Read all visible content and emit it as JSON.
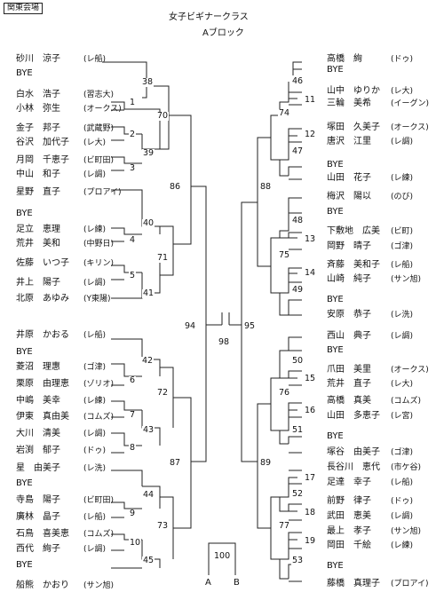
{
  "header": {
    "venue": "関東会場",
    "title": "女子ビギナークラス",
    "subtitle": "Aブロック"
  },
  "left_players": [
    {
      "name": "砂川　涼子",
      "team": "(レ船)"
    },
    {
      "name": "BYE",
      "team": ""
    },
    {
      "name": "白水　浩子",
      "team": "(習志大)"
    },
    {
      "name": "小林　弥生",
      "team": "(オークス)"
    },
    {
      "name": "金子　邦子",
      "team": "(武蔵野)"
    },
    {
      "name": "谷沢　加代子",
      "team": "(レ大)"
    },
    {
      "name": "月岡　千恵子",
      "team": "(ビ町田)"
    },
    {
      "name": "中山　和子",
      "team": "(レ調)"
    },
    {
      "name": "星野　直子",
      "team": "(プロアイ)"
    },
    {
      "name": "BYE",
      "team": ""
    },
    {
      "name": "足立　恵理",
      "team": "(レ練)"
    },
    {
      "name": "荒井　美和",
      "team": "(中野日)"
    },
    {
      "name": "佐藤　いつ子",
      "team": "(キリン)"
    },
    {
      "name": "井上　陽子",
      "team": "(レ調)"
    },
    {
      "name": "北原　あゆみ",
      "team": "(Y東陽)"
    },
    {
      "name": "井原　かおる",
      "team": "(レ船)"
    },
    {
      "name": "BYE",
      "team": ""
    },
    {
      "name": "菱沼　理惠",
      "team": "(ゴ津)"
    },
    {
      "name": "栗原　由理恵",
      "team": "(ゾリオ)"
    },
    {
      "name": "中嶋　美幸",
      "team": "(レ練)"
    },
    {
      "name": "伊東　真由美",
      "team": "(コムズ)"
    },
    {
      "name": "大川　清美",
      "team": "(レ調)"
    },
    {
      "name": "岩渕　郁子",
      "team": "(ドゥ)"
    },
    {
      "name": "星　由美子",
      "team": "(レ洗)"
    },
    {
      "name": "BYE",
      "team": ""
    },
    {
      "name": "寺島　陽子",
      "team": "(ビ町田)"
    },
    {
      "name": "廣林　晶子",
      "team": "(レ船)"
    },
    {
      "name": "石鳥　喜美恵",
      "team": "(コムズ)"
    },
    {
      "name": "西代　絢子",
      "team": "(レ調)"
    },
    {
      "name": "BYE",
      "team": ""
    },
    {
      "name": "船熊　かおり",
      "team": "(サン旭)"
    }
  ],
  "right_players": [
    {
      "name": "高橋　絢",
      "team": "(ドゥ)"
    },
    {
      "name": "BYE",
      "team": ""
    },
    {
      "name": "山中　ゆりか",
      "team": "(レ大)"
    },
    {
      "name": "三輪　美希",
      "team": "(イーグン)"
    },
    {
      "name": "塚田　久美子",
      "team": "(オークス)"
    },
    {
      "name": "唐沢　江里",
      "team": "(レ調)"
    },
    {
      "name": "BYE",
      "team": ""
    },
    {
      "name": "山田　花子",
      "team": "(レ練)"
    },
    {
      "name": "梅沢　陽以",
      "team": "(のび)"
    },
    {
      "name": "BYE",
      "team": ""
    },
    {
      "name": "下敷地　広美",
      "team": "(ビ町)"
    },
    {
      "name": "岡野　晴子",
      "team": "(ゴ津)"
    },
    {
      "name": "斉藤　美和子",
      "team": "(レ船)"
    },
    {
      "name": "山崎　純子",
      "team": "(サン旭)"
    },
    {
      "name": "BYE",
      "team": ""
    },
    {
      "name": "安原　恭子",
      "team": "(レ洗)"
    },
    {
      "name": "西山　典子",
      "team": "(レ調)"
    },
    {
      "name": "BYE",
      "team": ""
    },
    {
      "name": "爪田　美里",
      "team": "(オークス)"
    },
    {
      "name": "荒井　直子",
      "team": "(レ大)"
    },
    {
      "name": "高橋　真美",
      "team": "(コムズ)"
    },
    {
      "name": "山田　多恵子",
      "team": "(レ宮)"
    },
    {
      "name": "BYE",
      "team": ""
    },
    {
      "name": "塚谷　由美子",
      "team": "(ゴ津)"
    },
    {
      "name": "長谷川　恵代",
      "team": "(市ケ谷)"
    },
    {
      "name": "足達　幸子",
      "team": "(レ船)"
    },
    {
      "name": "前野　律子",
      "team": "(ドゥ)"
    },
    {
      "name": "武田　恵美",
      "team": "(レ調)"
    },
    {
      "name": "最上　孝子",
      "team": "(サン旭)"
    },
    {
      "name": "岡田　千絵",
      "team": "(レ練)"
    },
    {
      "name": "BYE",
      "team": ""
    },
    {
      "name": "藤橋　真理子",
      "team": "(プロアイ)"
    }
  ],
  "bouts": {
    "b1": "1",
    "b2": "2",
    "b3": "3",
    "b4": "4",
    "b5": "5",
    "b6": "6",
    "b7": "7",
    "b8": "8",
    "b9": "9",
    "b10": "10",
    "b11": "11",
    "b12": "12",
    "b13": "13",
    "b14": "14",
    "b15": "15",
    "b16": "16",
    "b17": "17",
    "b18": "18",
    "b19": "19",
    "b38": "38",
    "b39": "39",
    "b40": "40",
    "b41": "41",
    "b42": "42",
    "b43": "43",
    "b44": "44",
    "b45": "45",
    "b46": "46",
    "b47": "47",
    "b48": "48",
    "b49": "49",
    "b50": "50",
    "b51": "51",
    "b52": "52",
    "b53": "53",
    "b70": "70",
    "b71": "71",
    "b72": "72",
    "b73": "73",
    "b74": "74",
    "b75": "75",
    "b76": "76",
    "b77": "77",
    "b86": "86",
    "b87": "87",
    "b88": "88",
    "b89": "89",
    "b94": "94",
    "b95": "95",
    "b98": "98",
    "b100": "100"
  },
  "final_labels": {
    "a": "A",
    "b": "B"
  }
}
